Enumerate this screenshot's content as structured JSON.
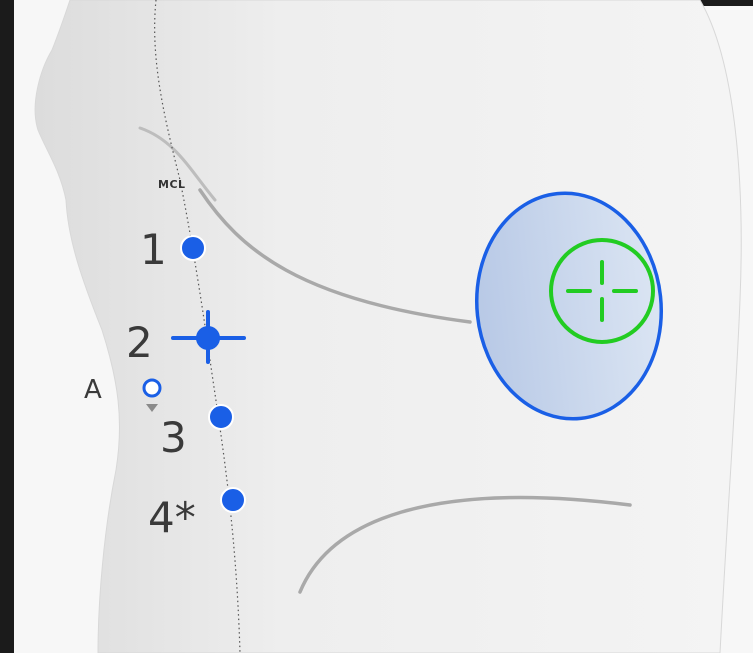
{
  "labels": {
    "mcl": "MCL",
    "point_1": "1",
    "point_2": "2",
    "point_3": "3",
    "point_4": "4*",
    "point_a": "A"
  },
  "colors": {
    "marker_blue": "#1a5fe6",
    "zone_fill": "#c9d7ec",
    "zone_stroke": "#1a5fe6",
    "target_green": "#22cc22",
    "body": "#ececec",
    "background": "#1b1b1b"
  },
  "icons": {
    "target": "crosshair-target-icon",
    "selected_point": "crosshair-marker-icon",
    "point": "blue-dot-icon",
    "open_point": "hollow-ring-icon"
  }
}
